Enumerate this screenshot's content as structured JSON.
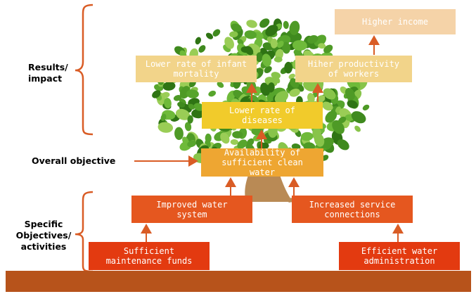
{
  "labels": {
    "results": "Results/\nimpact",
    "overall": "Overall objective",
    "specific": "Specific\nObjectives/\nactivities"
  },
  "boxes": {
    "higher_income": "Higher income",
    "lower_infant_mortality": "Lower rate of infant\nmortality",
    "higher_productivity": "Hiher productivity\nof workers",
    "lower_diseases": "Lower rate of\ndiseases",
    "availability_water": "Availability of\nsufficient clean\nwater",
    "improved_water_system": "Improved water\nsystem",
    "increased_connections": "Increased service\nconnections",
    "maintenance_funds": "Sufficient\nmaintenance funds",
    "efficient_admin": "Efficient water\nadministration"
  },
  "colors": {
    "ground": "#b7531b",
    "arrow": "#d95c25",
    "bracket": "#d95c25",
    "pale_box": "#f5d3a8",
    "light_box": "#f2d48a",
    "yellow_box": "#f1cb2b",
    "gold_box": "#eea632",
    "orange_box": "#e5571f",
    "red_box": "#e33a10",
    "tree_green": "#4e9a26",
    "trunk": "#b98a55"
  }
}
